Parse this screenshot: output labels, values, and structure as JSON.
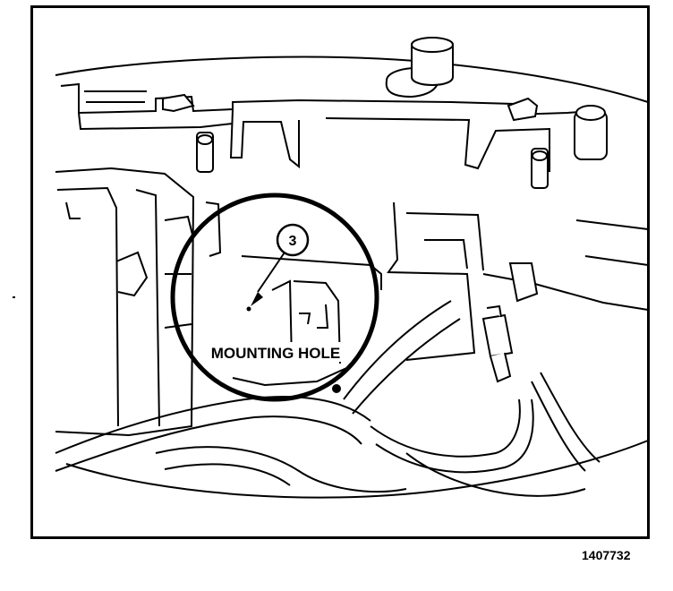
{
  "callout": {
    "number": "3",
    "label": "MOUNTING HOLE"
  },
  "figure_id": "1407732",
  "colors": {
    "ink": "#000000",
    "paper": "#ffffff"
  }
}
